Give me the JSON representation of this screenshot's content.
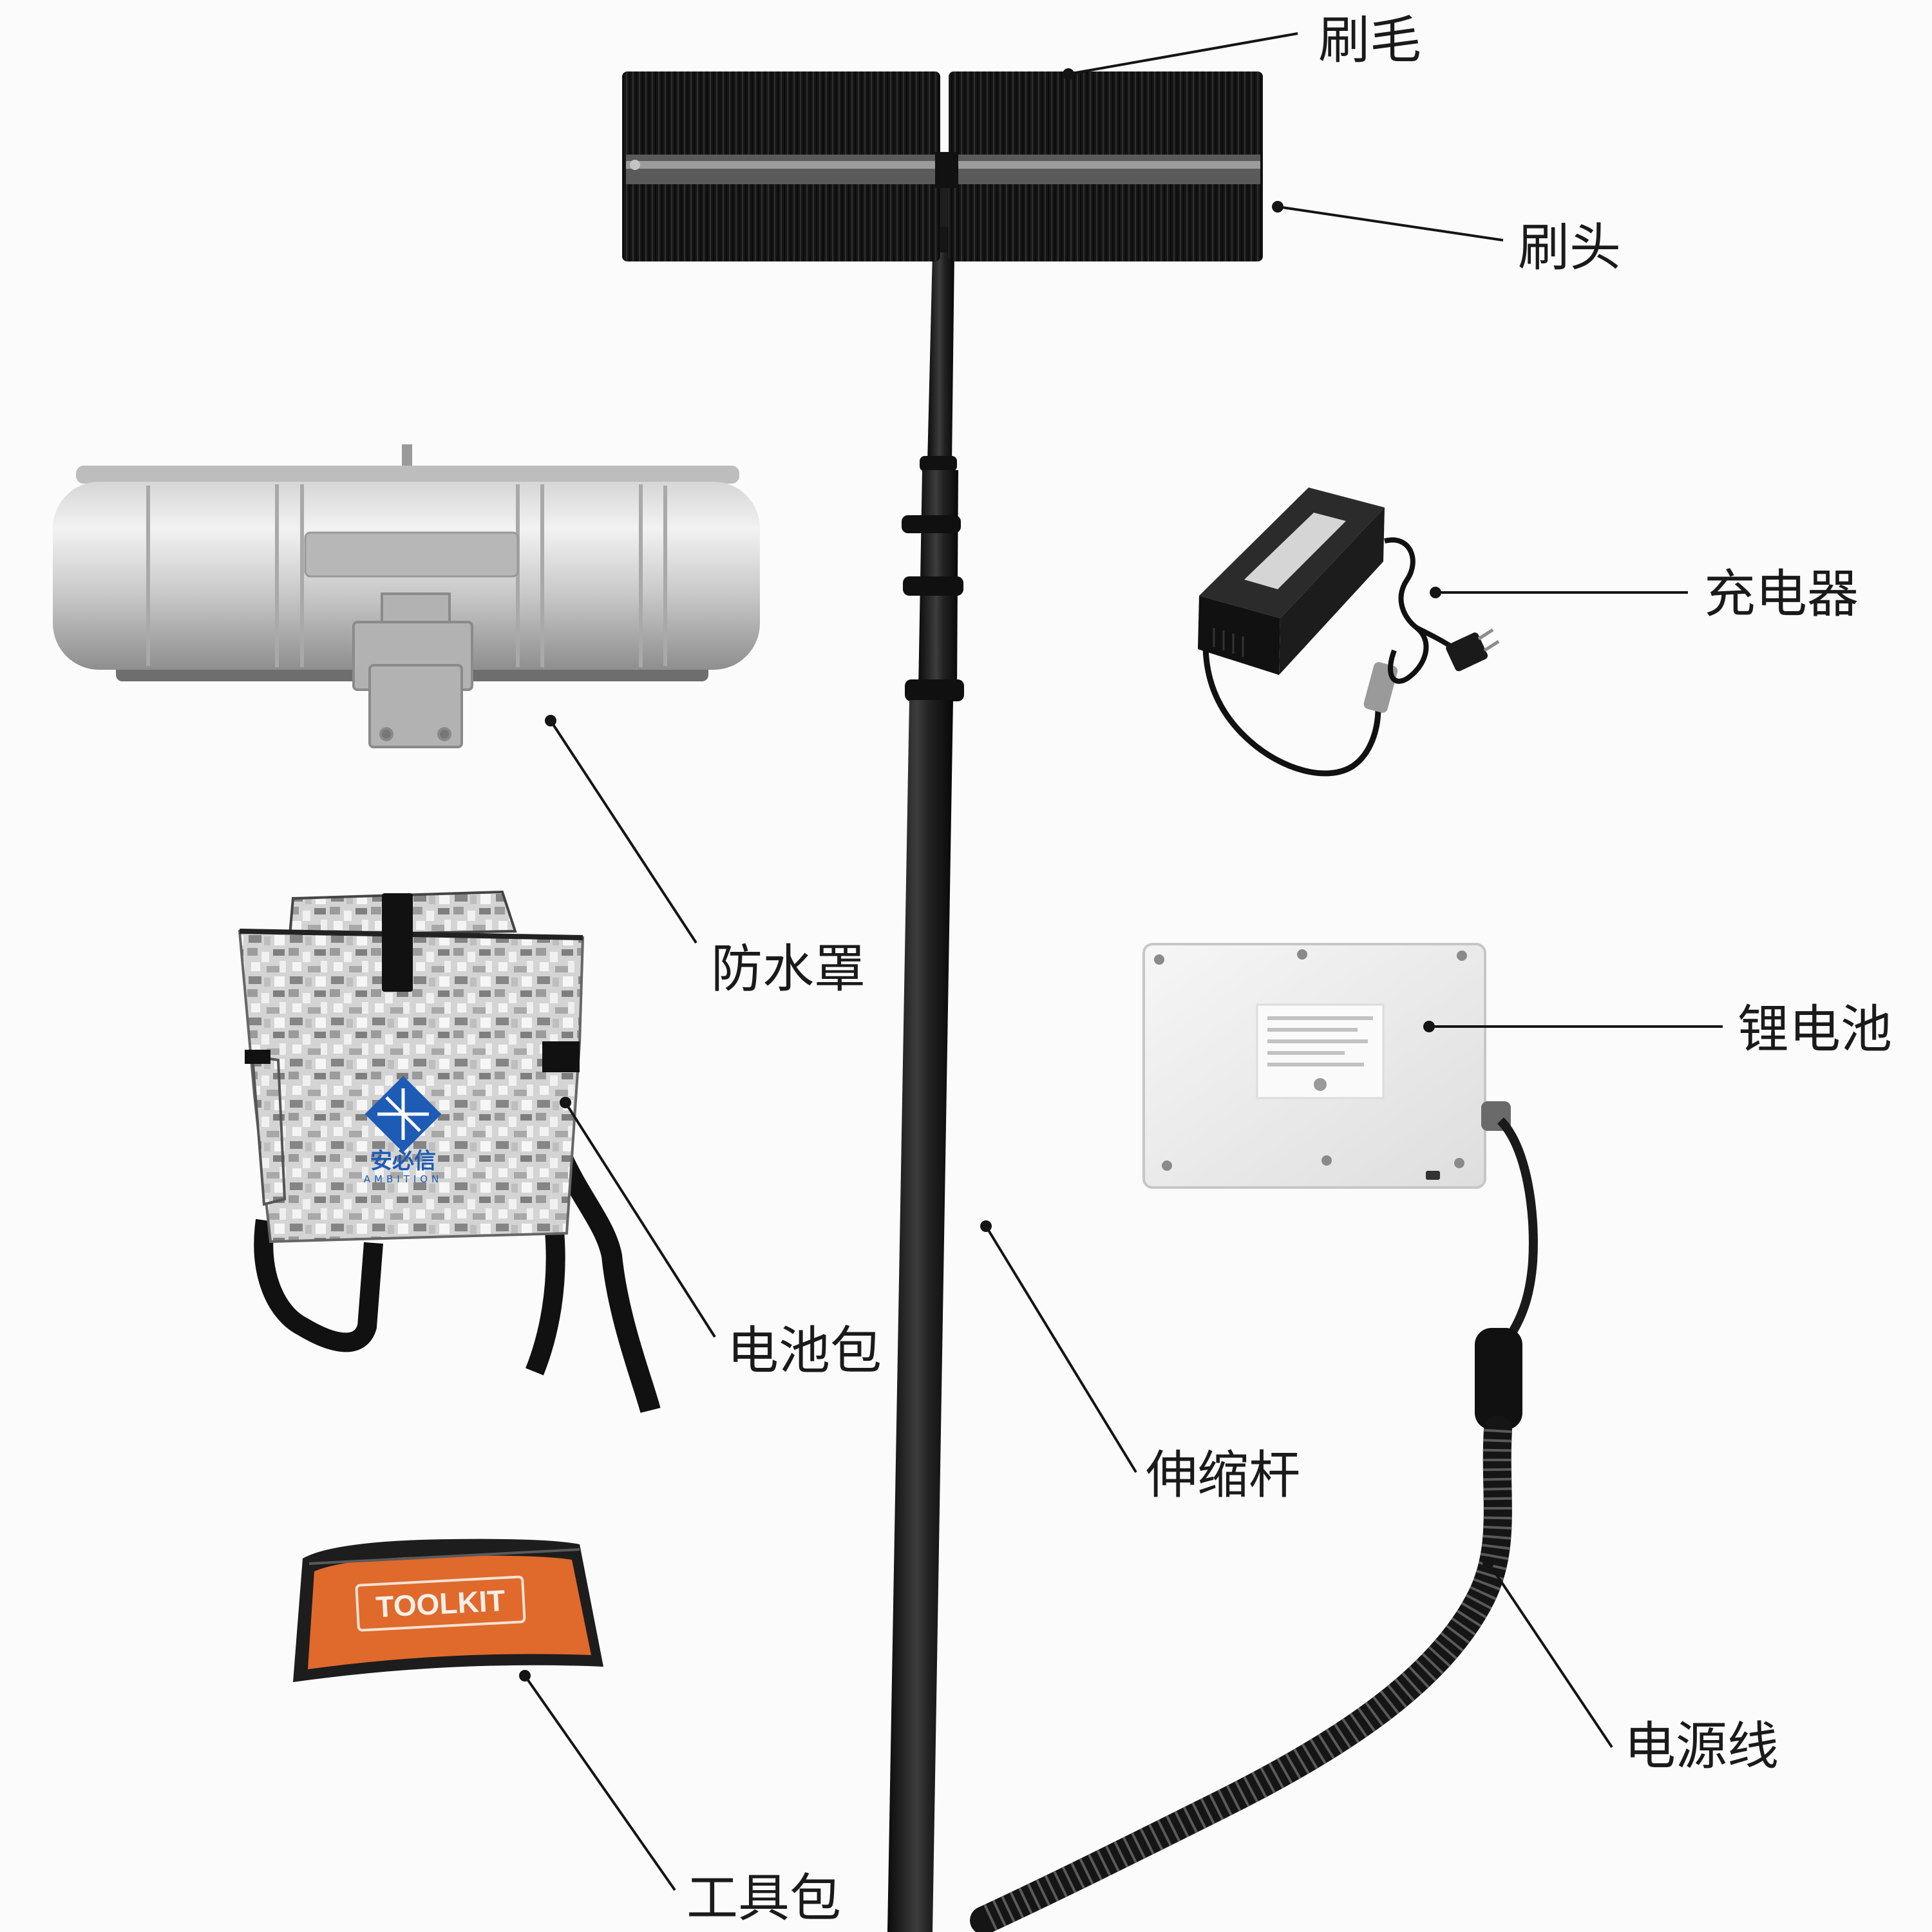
{
  "labels": {
    "bristles": "刷毛",
    "brush_head": "刷头",
    "charger": "充电器",
    "waterproof_cover": "防水罩",
    "lithium_battery": "锂电池",
    "battery_bag": "电池包",
    "telescopic_pole": "伸缩杆",
    "power_cord": "电源线",
    "toolkit": "工具包"
  },
  "product_markings": {
    "toolkit_badge": "TOOLKIT",
    "brand_name_cn": "安必信",
    "brand_name_en": "AMBITION"
  },
  "colors": {
    "background": "#fbfbfb",
    "label_text": "#1a1a1a",
    "toolkit_orange": "#e0692c",
    "brand_blue": "#1e5bb5"
  }
}
